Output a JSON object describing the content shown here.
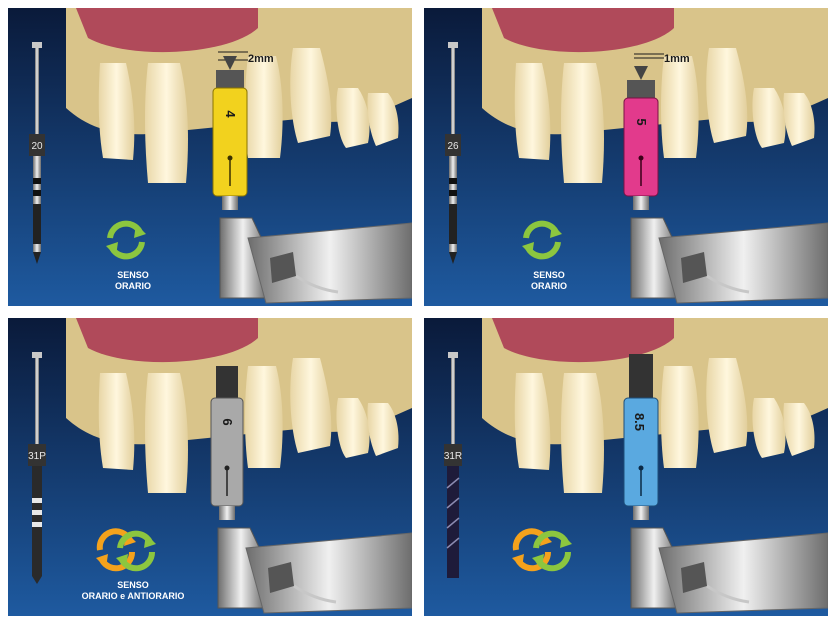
{
  "panels": [
    {
      "drill_code": "20",
      "tool_number": "4",
      "tool_color": "#f2d21e",
      "depth_label": "2mm",
      "rotation_line1": "SENSO",
      "rotation_line2": "ORARIO",
      "rotation_type": "clockwise"
    },
    {
      "drill_code": "26",
      "tool_number": "5",
      "tool_color": "#e23a8c",
      "depth_label": "1mm",
      "rotation_line1": "SENSO",
      "rotation_line2": "ORARIO",
      "rotation_type": "clockwise"
    },
    {
      "drill_code": "31P",
      "tool_number": "6",
      "tool_color": "#a9a9a9",
      "depth_label": "",
      "rotation_line1": "SENSO",
      "rotation_line2": "ORARIO e ANTIORARIO",
      "rotation_type": "both"
    },
    {
      "drill_code": "31R",
      "tool_number": "8.5",
      "tool_color": "#5aa9e0",
      "depth_label": "",
      "rotation_line1": "",
      "rotation_line2": "",
      "rotation_type": "both"
    }
  ],
  "colors": {
    "background_top": "#0a1a3a",
    "background_bottom": "#1e5aa0",
    "bone": "#d9c48a",
    "gum": "#b04a5a",
    "tooth": "#f6ecc8",
    "arrow_green": "#8cc63f",
    "arrow_orange": "#f4a21c"
  },
  "icons": {
    "rotation": "circular-arrows-icon",
    "handpiece": "dental-handpiece-icon",
    "drill": "drill-bit-icon"
  }
}
